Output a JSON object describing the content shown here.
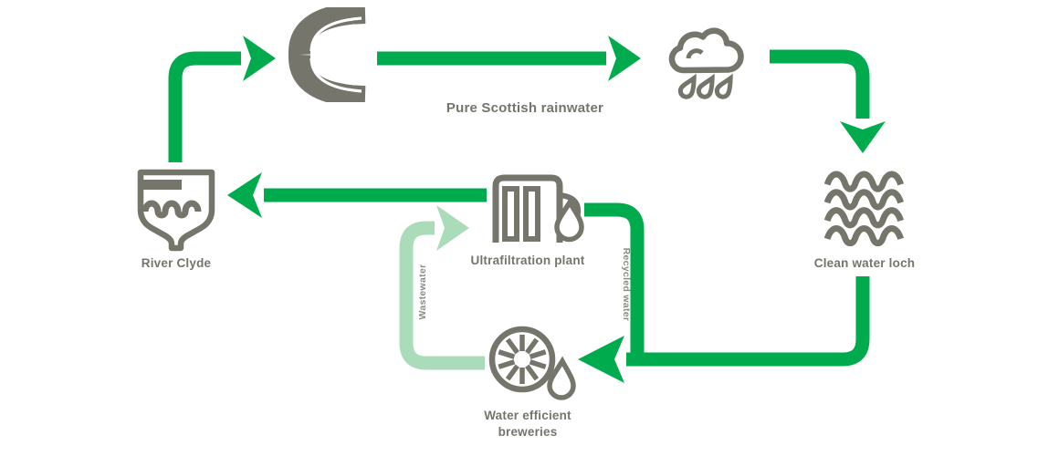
{
  "colors": {
    "arrow_green": "#00ab4e",
    "arrow_pale_green": "#abdcba",
    "icon_gray": "#75756c",
    "background": "#ffffff"
  },
  "nodes": {
    "nature": {
      "icon": "thistle-leaves-icon"
    },
    "rain": {
      "icon": "rain-cloud-icon"
    },
    "loch": {
      "icon": "water-waves-icon",
      "label": "Clean water loch"
    },
    "river": {
      "icon": "river-shield-icon",
      "label": "River Clyde"
    },
    "plant": {
      "icon": "filtration-jug-icon",
      "label": "Ultrafiltration plant"
    },
    "breweries": {
      "icon": "wheel-droplet-icon",
      "label_line1": "Water efficient",
      "label_line2": "breweries"
    }
  },
  "edges": {
    "rainwater_label": "Pure Scottish rainwater",
    "wastewater_label": "Wastewater",
    "recycled_label": "Recycled water"
  }
}
